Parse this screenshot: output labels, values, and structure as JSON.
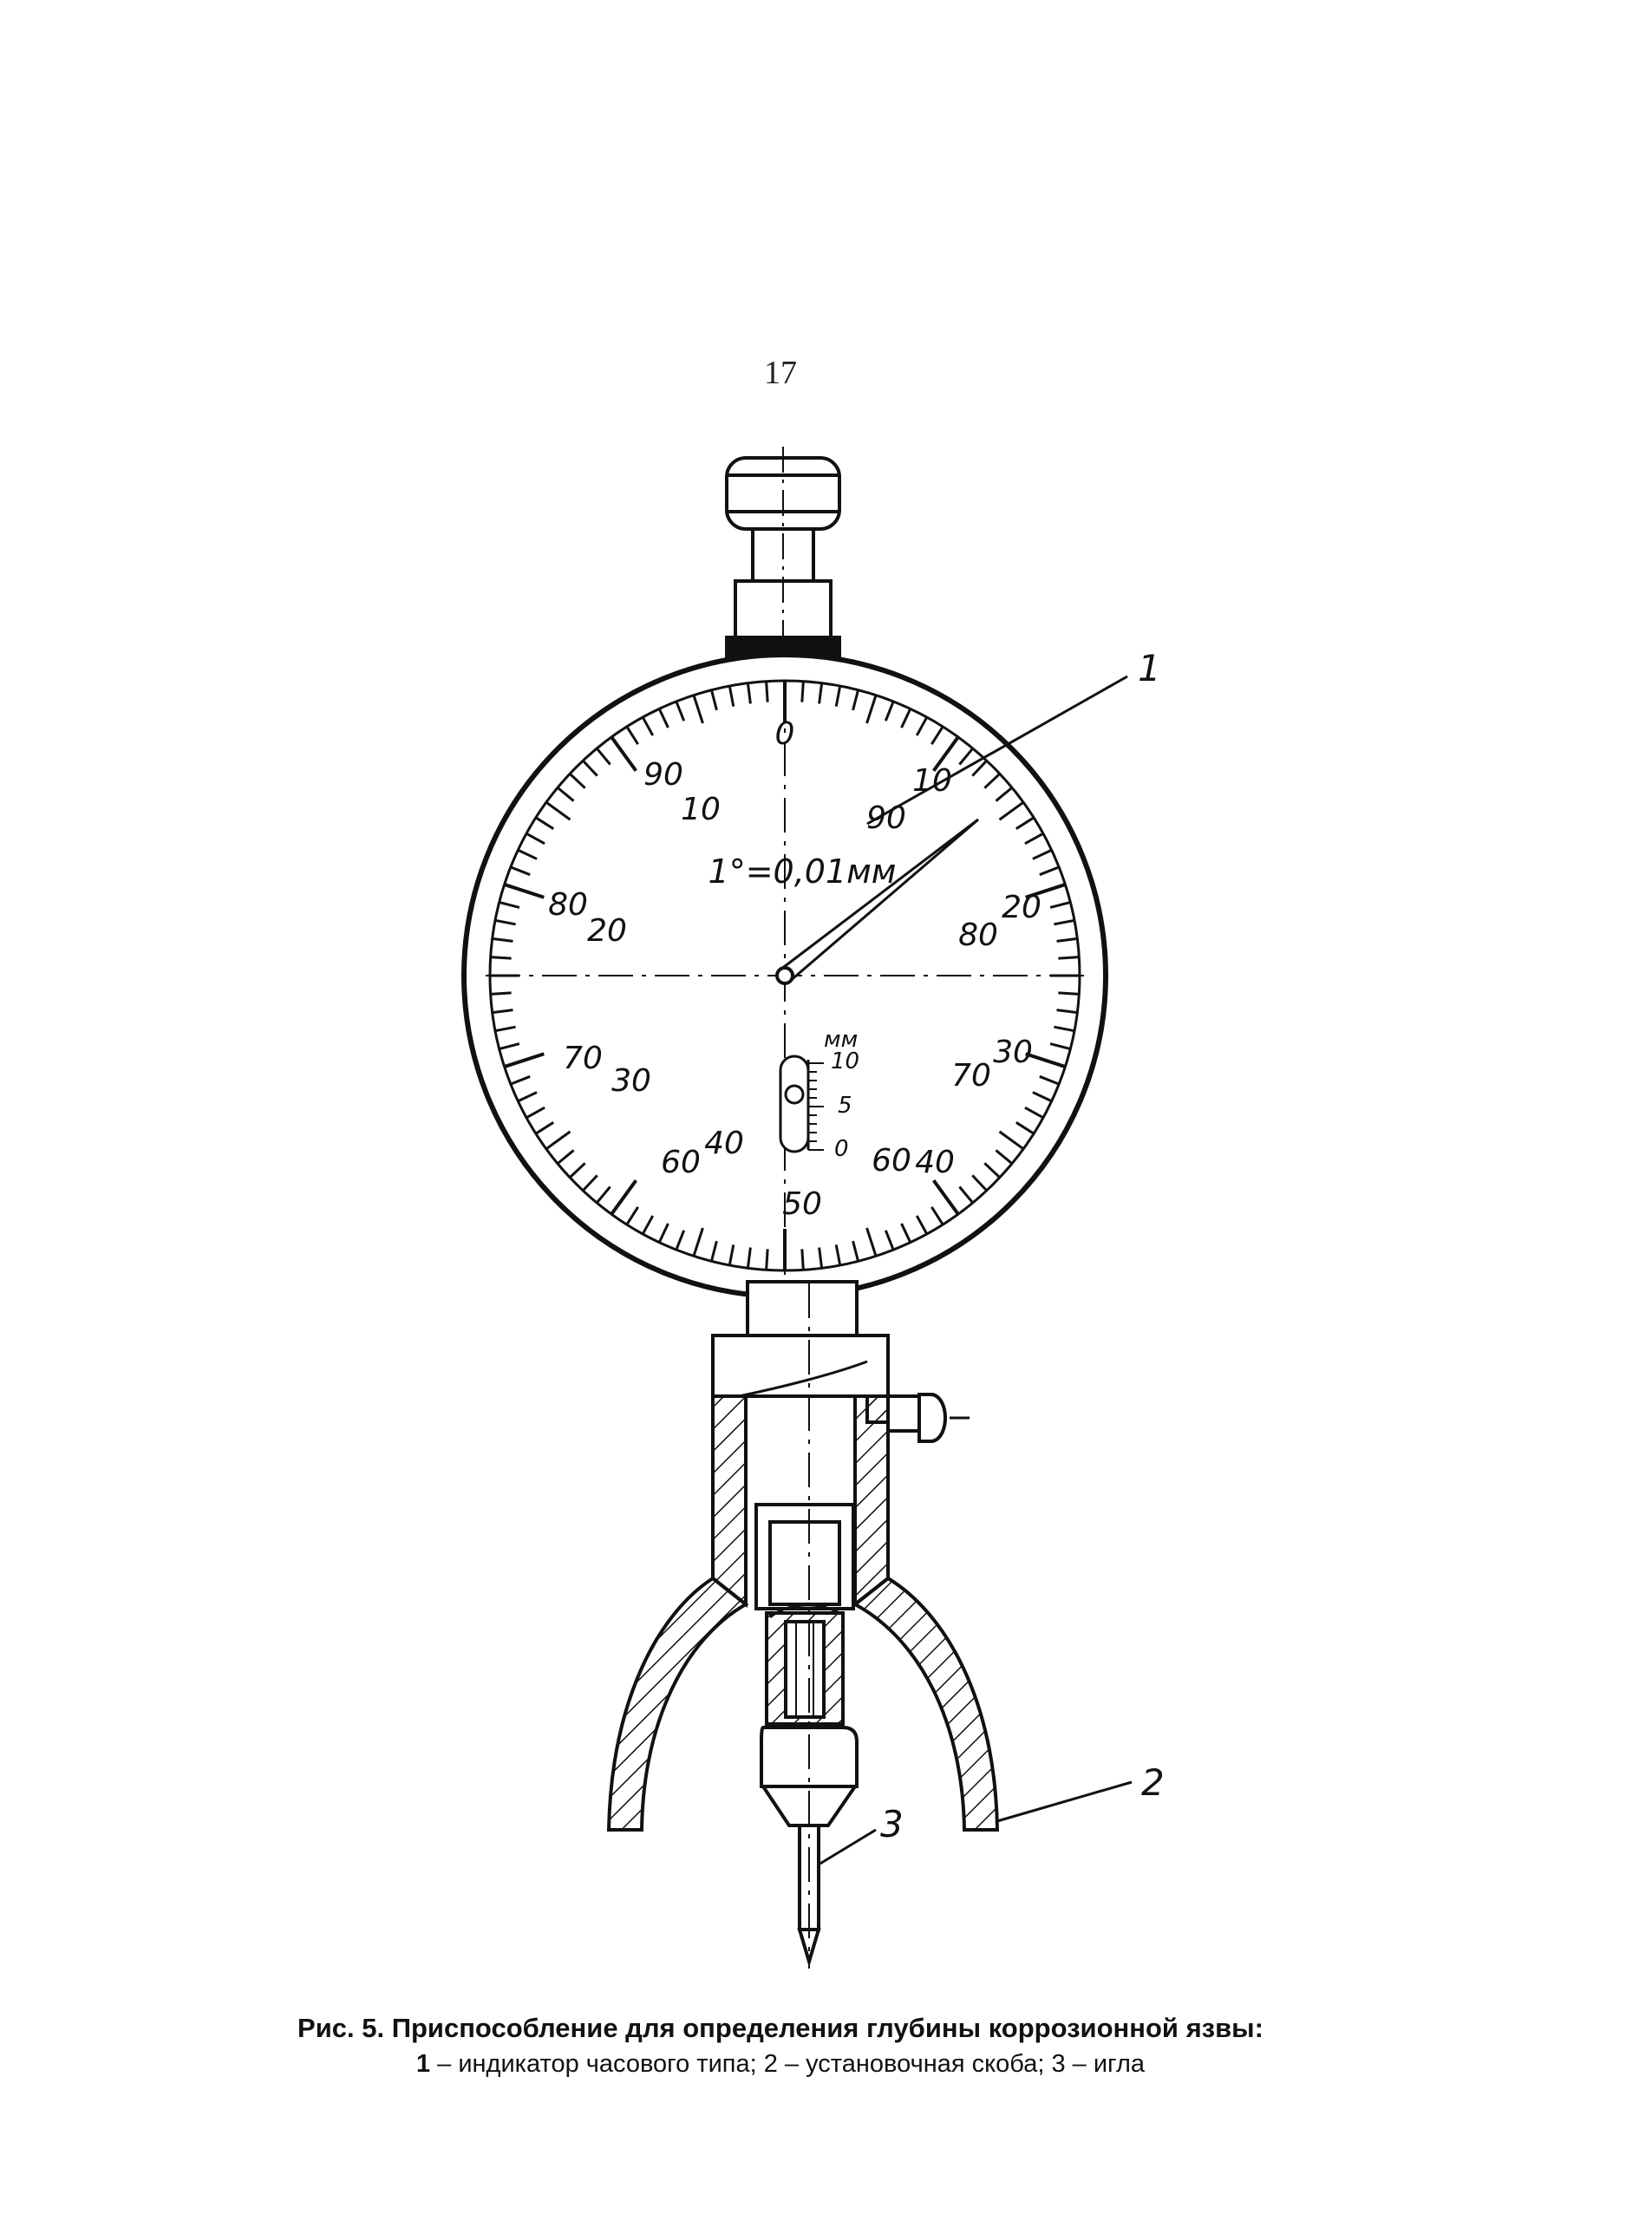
{
  "page_number": "17",
  "dial": {
    "outer_labels": [
      "0",
      "10",
      "20",
      "30",
      "40",
      "50",
      "60",
      "70",
      "80",
      "90"
    ],
    "inner_labels": {
      "right": [
        "90",
        "80",
        "70",
        "60"
      ],
      "left": [
        "10",
        "20",
        "30",
        "40"
      ]
    },
    "scale_note": "1°=0,01мм",
    "mm_scale": {
      "unit": "мм",
      "labels": [
        "10",
        "5",
        "0"
      ]
    }
  },
  "callouts": [
    "1",
    "2",
    "3"
  ],
  "caption": {
    "title": "Рис. 5. Приспособление для определения глубины коррозионной язвы:",
    "legend": [
      {
        "num": "1",
        "text": "индикатор часового типа"
      },
      {
        "num": "2",
        "text": "установочная скоба"
      },
      {
        "num": "3",
        "text": "игла"
      }
    ]
  }
}
